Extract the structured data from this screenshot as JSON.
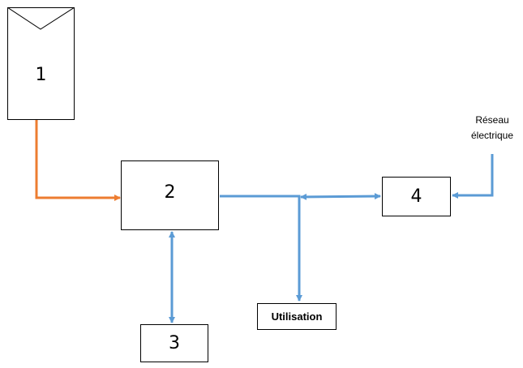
{
  "blocks": {
    "panel": {
      "label": "1"
    },
    "converter": {
      "label": "2"
    },
    "storage": {
      "label": "3"
    },
    "inverter": {
      "label": "4"
    },
    "load": {
      "label": "Utilisation"
    }
  },
  "grid": {
    "line1": "Réseau",
    "line2": "électrique"
  },
  "colors": {
    "solar_line": "#ED7D31",
    "ac_line": "#5B9BD5",
    "box_border": "#000000"
  }
}
